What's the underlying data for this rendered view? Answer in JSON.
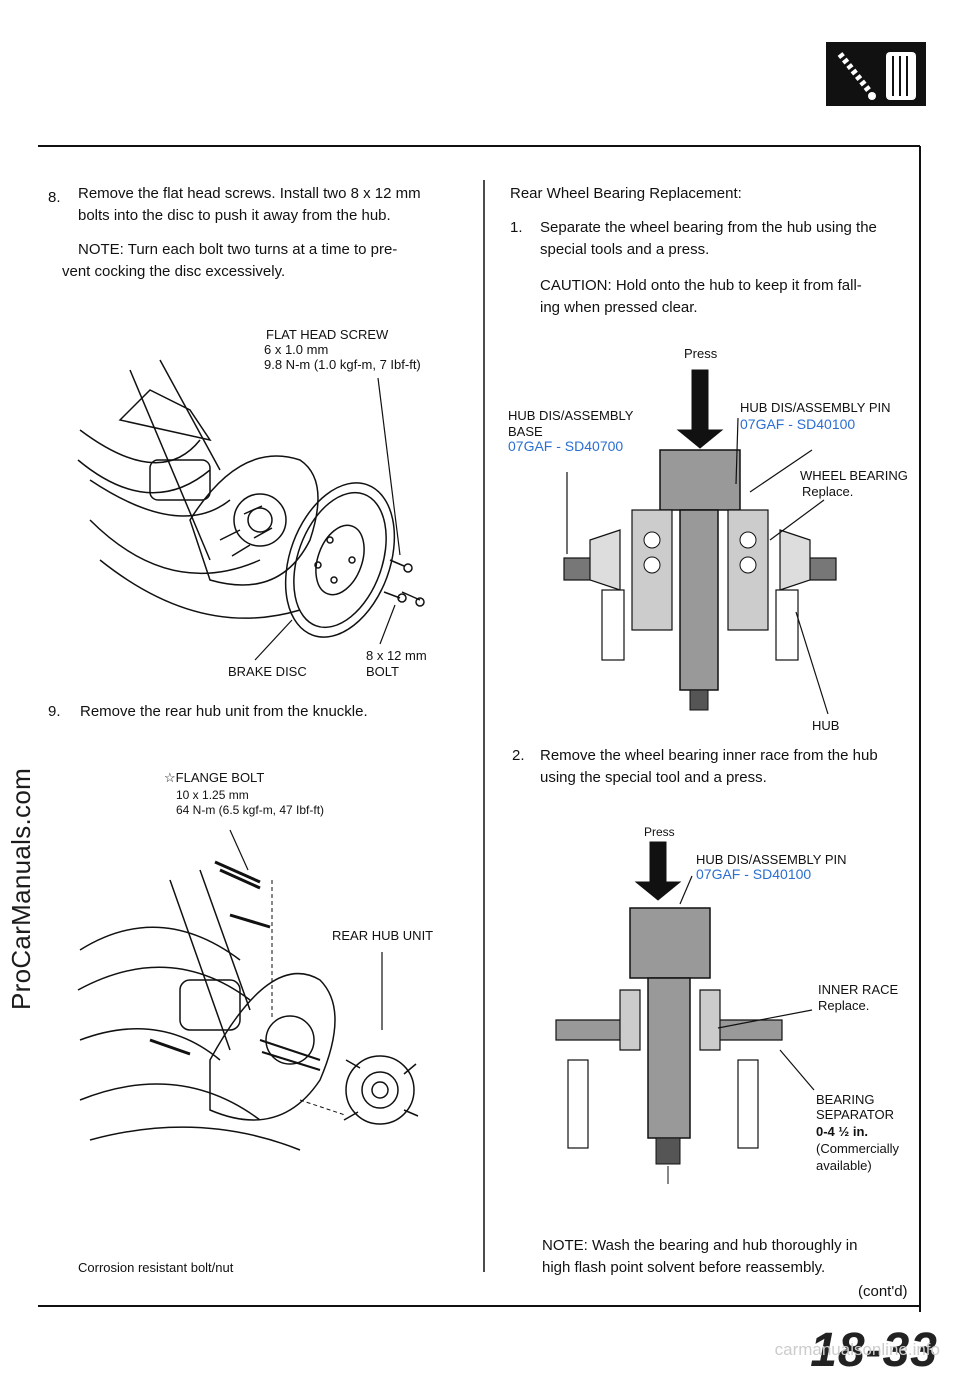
{
  "watermark_side": "ProCarManuals.com",
  "watermark_bottom": "carmanualsonline.info",
  "page_number": "18-33",
  "step8": {
    "num": "8.",
    "line1": "Remove the flat head screws. Install two 8 x 12 mm",
    "line2": "bolts into the disc to push it away from the hub.",
    "note1": "NOTE: Turn each bolt two turns at a time to pre-",
    "note2": "vent cocking the disc excessively."
  },
  "fig1": {
    "screw_title": "FLAT HEAD SCREW",
    "screw_size": "6 x 1.0 mm",
    "screw_torque": "9.8 N-m (1.0 kgf-m, 7 Ibf-ft)",
    "disc": "BRAKE DISC",
    "bolt_size": "8 x 12 mm",
    "bolt": "BOLT"
  },
  "step9": {
    "num": "9.",
    "text": "Remove the rear hub unit from the knuckle."
  },
  "fig2": {
    "flange_title": "☆FLANGE BOLT",
    "flange_size": "10 x 1.25 mm",
    "flange_torque": "64 N-m (6.5 kgf-m, 47 Ibf-ft)",
    "hub_unit": "REAR HUB UNIT"
  },
  "footnote_left": "Corrosion resistant bolt/nut",
  "right": {
    "heading": "Rear Wheel Bearing Replacement:",
    "s1_num": "1.",
    "s1_line1": "Separate the wheel bearing from the hub using the",
    "s1_line2": "special tools and a press.",
    "caution1": "CAUTION: Hold onto the hub to keep it from fall-",
    "caution2": "ing when pressed clear.",
    "fig3": {
      "press": "Press",
      "base1": "HUB DIS/ASSEMBLY",
      "base2": "BASE",
      "base_code": "07GAF - SD40700",
      "pin": "HUB DIS/ASSEMBLY PIN",
      "pin_code": "07GAF - SD40100",
      "bearing": "WHEEL BEARING",
      "bearing_note": "Replace.",
      "hub": "HUB"
    },
    "s2_num": "2.",
    "s2_line1": "Remove the wheel bearing inner race from the hub",
    "s2_line2": "using the special tool and a press.",
    "fig4": {
      "press": "Press",
      "pin": "HUB DIS/ASSEMBLY PIN",
      "pin_code": "07GAF - SD40100",
      "race": "INNER RACE",
      "race_note": "Replace.",
      "sep1": "BEARING",
      "sep2": "SEPARATOR",
      "sep3": "0-4 ½ in.",
      "sep4": "(Commercially",
      "sep5": "available)"
    },
    "note1": "NOTE: Wash the bearing and hub thoroughly in",
    "note2": "high flash point solvent before reassembly.",
    "contd": "(cont'd)"
  }
}
